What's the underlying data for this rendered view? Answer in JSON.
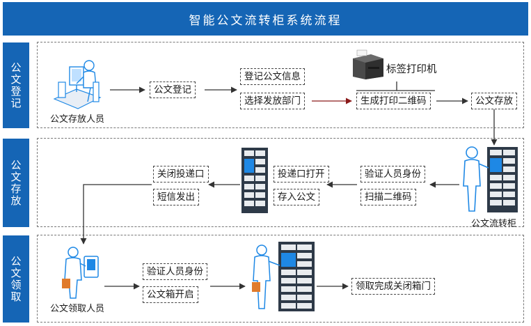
{
  "title": "智能公文流转柜系统流程",
  "lanes": [
    {
      "label": "公文登记"
    },
    {
      "label": "公文存放"
    },
    {
      "label": "公文领取"
    }
  ],
  "lane1": {
    "actor": "公文存放人员",
    "register": "公文登记",
    "register_info": "登记公文信息",
    "select_dept": "选择发放部门",
    "printer": "标签打印机",
    "gen_print_qr": "生成打印二维码",
    "store": "公文存放"
  },
  "lane2": {
    "cabinet_caption": "公文流转柜",
    "verify": "验证人员身份",
    "scan_qr": "扫描二维码",
    "open_slot": "投递口打开",
    "deposit": "存入公文",
    "close_slot": "关闭投递口",
    "sms": "短信发出"
  },
  "lane3": {
    "actor": "公文领取人员",
    "verify": "验证人员身份",
    "box_open": "公文箱开启",
    "done": "领取完成关闭箱门"
  },
  "colors": {
    "brand": "#1565b5",
    "cabinet": "#2e3a48",
    "screen": "#1e88e5",
    "figure": "#1e88e5",
    "bag": "#e07b2c"
  }
}
